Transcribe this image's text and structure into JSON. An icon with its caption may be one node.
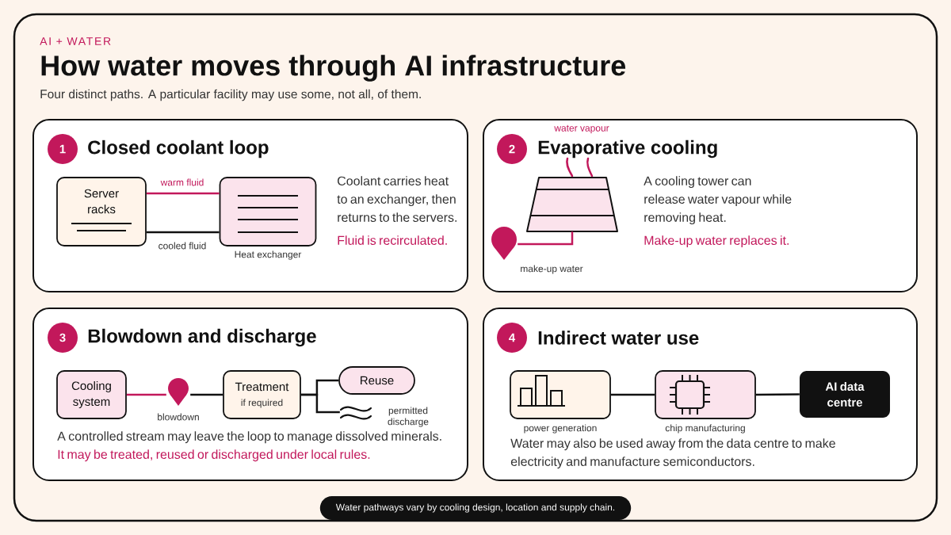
{
  "diagram": {
    "title": "How water moves through AI infrastructure",
    "nodes": [
      {
        "text": [
          "Closed coolant loop",
          "Coolant carries heat to an exchanger, then returns to the servers.",
          "Fluid is recirculated."
        ]
      },
      {
        "text": [
          "1"
        ],
        "in": 0
      },
      {
        "text": [
          "Server racks"
        ],
        "in": 0
      },
      {
        "text": [],
        "shape": "box",
        "beside": [
          "Heat exchanger"
        ],
        "in": 0
      },
      {
        "text": [
          "Evaporative cooling",
          "A cooling tower can release water vapour while removing heat.",
          "Make-up water replaces it."
        ]
      },
      {
        "text": [
          "2"
        ],
        "in": 4
      },
      {
        "text": [],
        "shape": "trapezoid",
        "beside": [
          "water vapour"
        ],
        "in": 4
      },
      {
        "text": [],
        "shape": "drop",
        "beside": [
          "make-up water"
        ],
        "in": 4
      },
      {
        "text": [
          "Blowdown and discharge",
          "A controlled stream may leave the loop to manage dissolved minerals.",
          "It may be treated, reused or discharged under local rules."
        ]
      },
      {
        "text": [
          "3"
        ],
        "in": 8
      },
      {
        "text": [
          "Cooling system"
        ],
        "in": 8
      },
      {
        "text": [],
        "shape": "drop",
        "beside": [
          "blowdown"
        ],
        "in": 8
      },
      {
        "text": [
          "Treatment",
          "if required"
        ],
        "in": 8
      },
      {
        "text": [
          "Reuse"
        ],
        "in": 8
      },
      {
        "text": [],
        "shape": "waves",
        "beside": [
          "permitted discharge"
        ],
        "in": 8
      },
      {
        "text": [
          "Indirect water use",
          "Water may also be used away from the data centre to make electricity and manufacture semiconductors."
        ]
      },
      {
        "text": [
          "4"
        ],
        "in": 15
      },
      {
        "text": [],
        "shape": "box",
        "beside": [
          "power generation"
        ],
        "in": 15
      },
      {
        "text": [],
        "shape": "box",
        "beside": [
          "chip manufacturing"
        ],
        "in": 15
      },
      {
        "text": [
          "AI data centre"
        ],
        "in": 15
      },
      {
        "text": [
          "Water pathways vary by cooling design, location and supply chain."
        ]
      }
    ],
    "edges": [
      {
        "from": 2,
        "to": 3,
        "arrow": "none",
        "label": "warm fluid",
        "color": "#c2185b"
      },
      {
        "from": 3,
        "to": 2,
        "arrow": "none",
        "label": "cooled fluid"
      },
      {
        "from": 7,
        "to": 6,
        "arrow": "none",
        "color": "#c2185b"
      },
      {
        "from": 10,
        "to": 11,
        "arrow": "none",
        "color": "#c2185b"
      },
      {
        "from": 11,
        "to": 12,
        "arrow": "none"
      },
      {
        "from": 12,
        "to": 13,
        "arrow": "none"
      },
      {
        "from": 12,
        "to": 14,
        "arrow": "none"
      },
      {
        "from": 17,
        "to": 18,
        "arrow": "none"
      },
      {
        "from": 18,
        "to": 19,
        "arrow": "none"
      }
    ],
    "labels": [
      "AI + WATER",
      "Four distinct paths. A particular facility may use some, not all, of them."
    ]
  }
}
